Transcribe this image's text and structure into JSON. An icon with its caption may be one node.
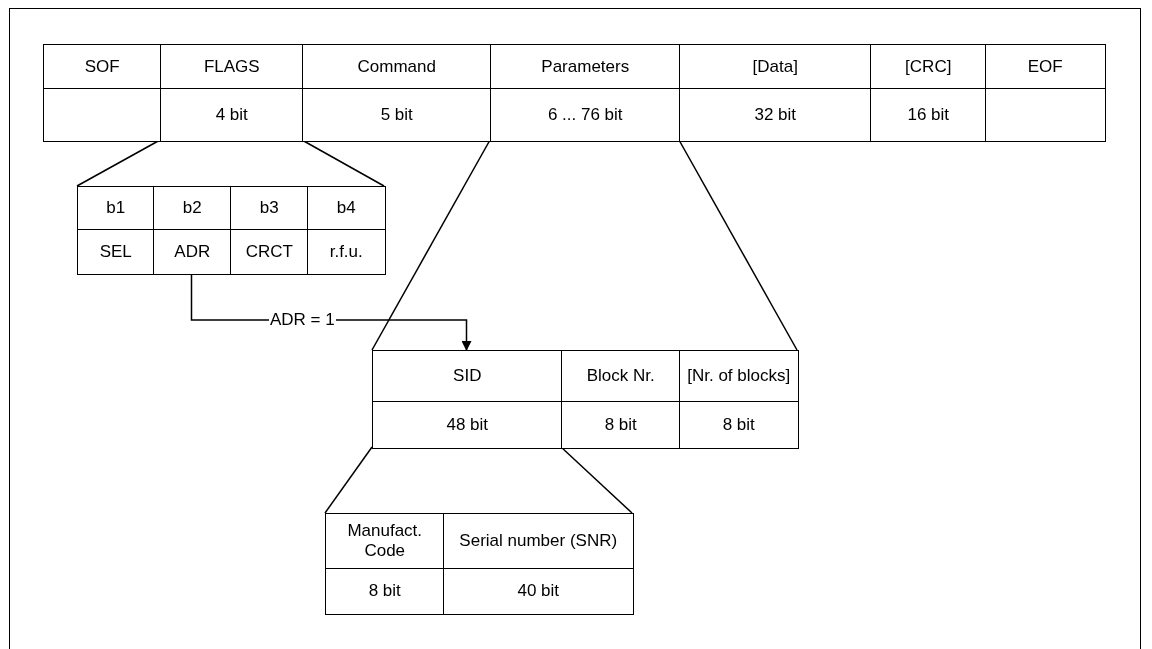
{
  "diagram": {
    "nodes": [
      {
        "text": [
          "SOF"
        ]
      },
      {
        "text": [
          "FLAGS",
          "4 bit"
        ]
      },
      {
        "text": [
          "Command",
          "5 bit"
        ]
      },
      {
        "text": [
          "Parameters",
          "6 ... 76 bit"
        ]
      },
      {
        "text": [
          "[Data]",
          "32 bit"
        ]
      },
      {
        "text": [
          "[CRC]",
          "16 bit"
        ]
      },
      {
        "text": [
          "EOF"
        ]
      },
      {
        "text": [
          "b1",
          "SEL"
        ]
      },
      {
        "text": [
          "b2",
          "ADR"
        ]
      },
      {
        "text": [
          "b3",
          "CRCT"
        ]
      },
      {
        "text": [
          "b4",
          "r.f.u."
        ]
      },
      {
        "text": [
          "SID",
          "48 bit"
        ]
      },
      {
        "text": [
          "Block Nr.",
          "8 bit"
        ]
      },
      {
        "text": [
          "[Nr. of blocks]",
          "8 bit"
        ]
      },
      {
        "text": [
          "Manufact. Code",
          "8 bit"
        ]
      },
      {
        "text": [
          "Serial number (SNR)",
          "40 bit"
        ]
      }
    ],
    "edges": [
      {
        "from": 1,
        "to": 7,
        "arrow": "none"
      },
      {
        "from": 1,
        "to": 10,
        "arrow": "none"
      },
      {
        "from": 3,
        "to": 11,
        "arrow": "none"
      },
      {
        "from": 3,
        "to": 13,
        "arrow": "none"
      },
      {
        "from": 8,
        "to": 11,
        "arrow": "to",
        "label": "ADR = 1"
      },
      {
        "from": 11,
        "to": 14,
        "arrow": "none"
      },
      {
        "from": 11,
        "to": 15,
        "arrow": "none"
      }
    ]
  }
}
